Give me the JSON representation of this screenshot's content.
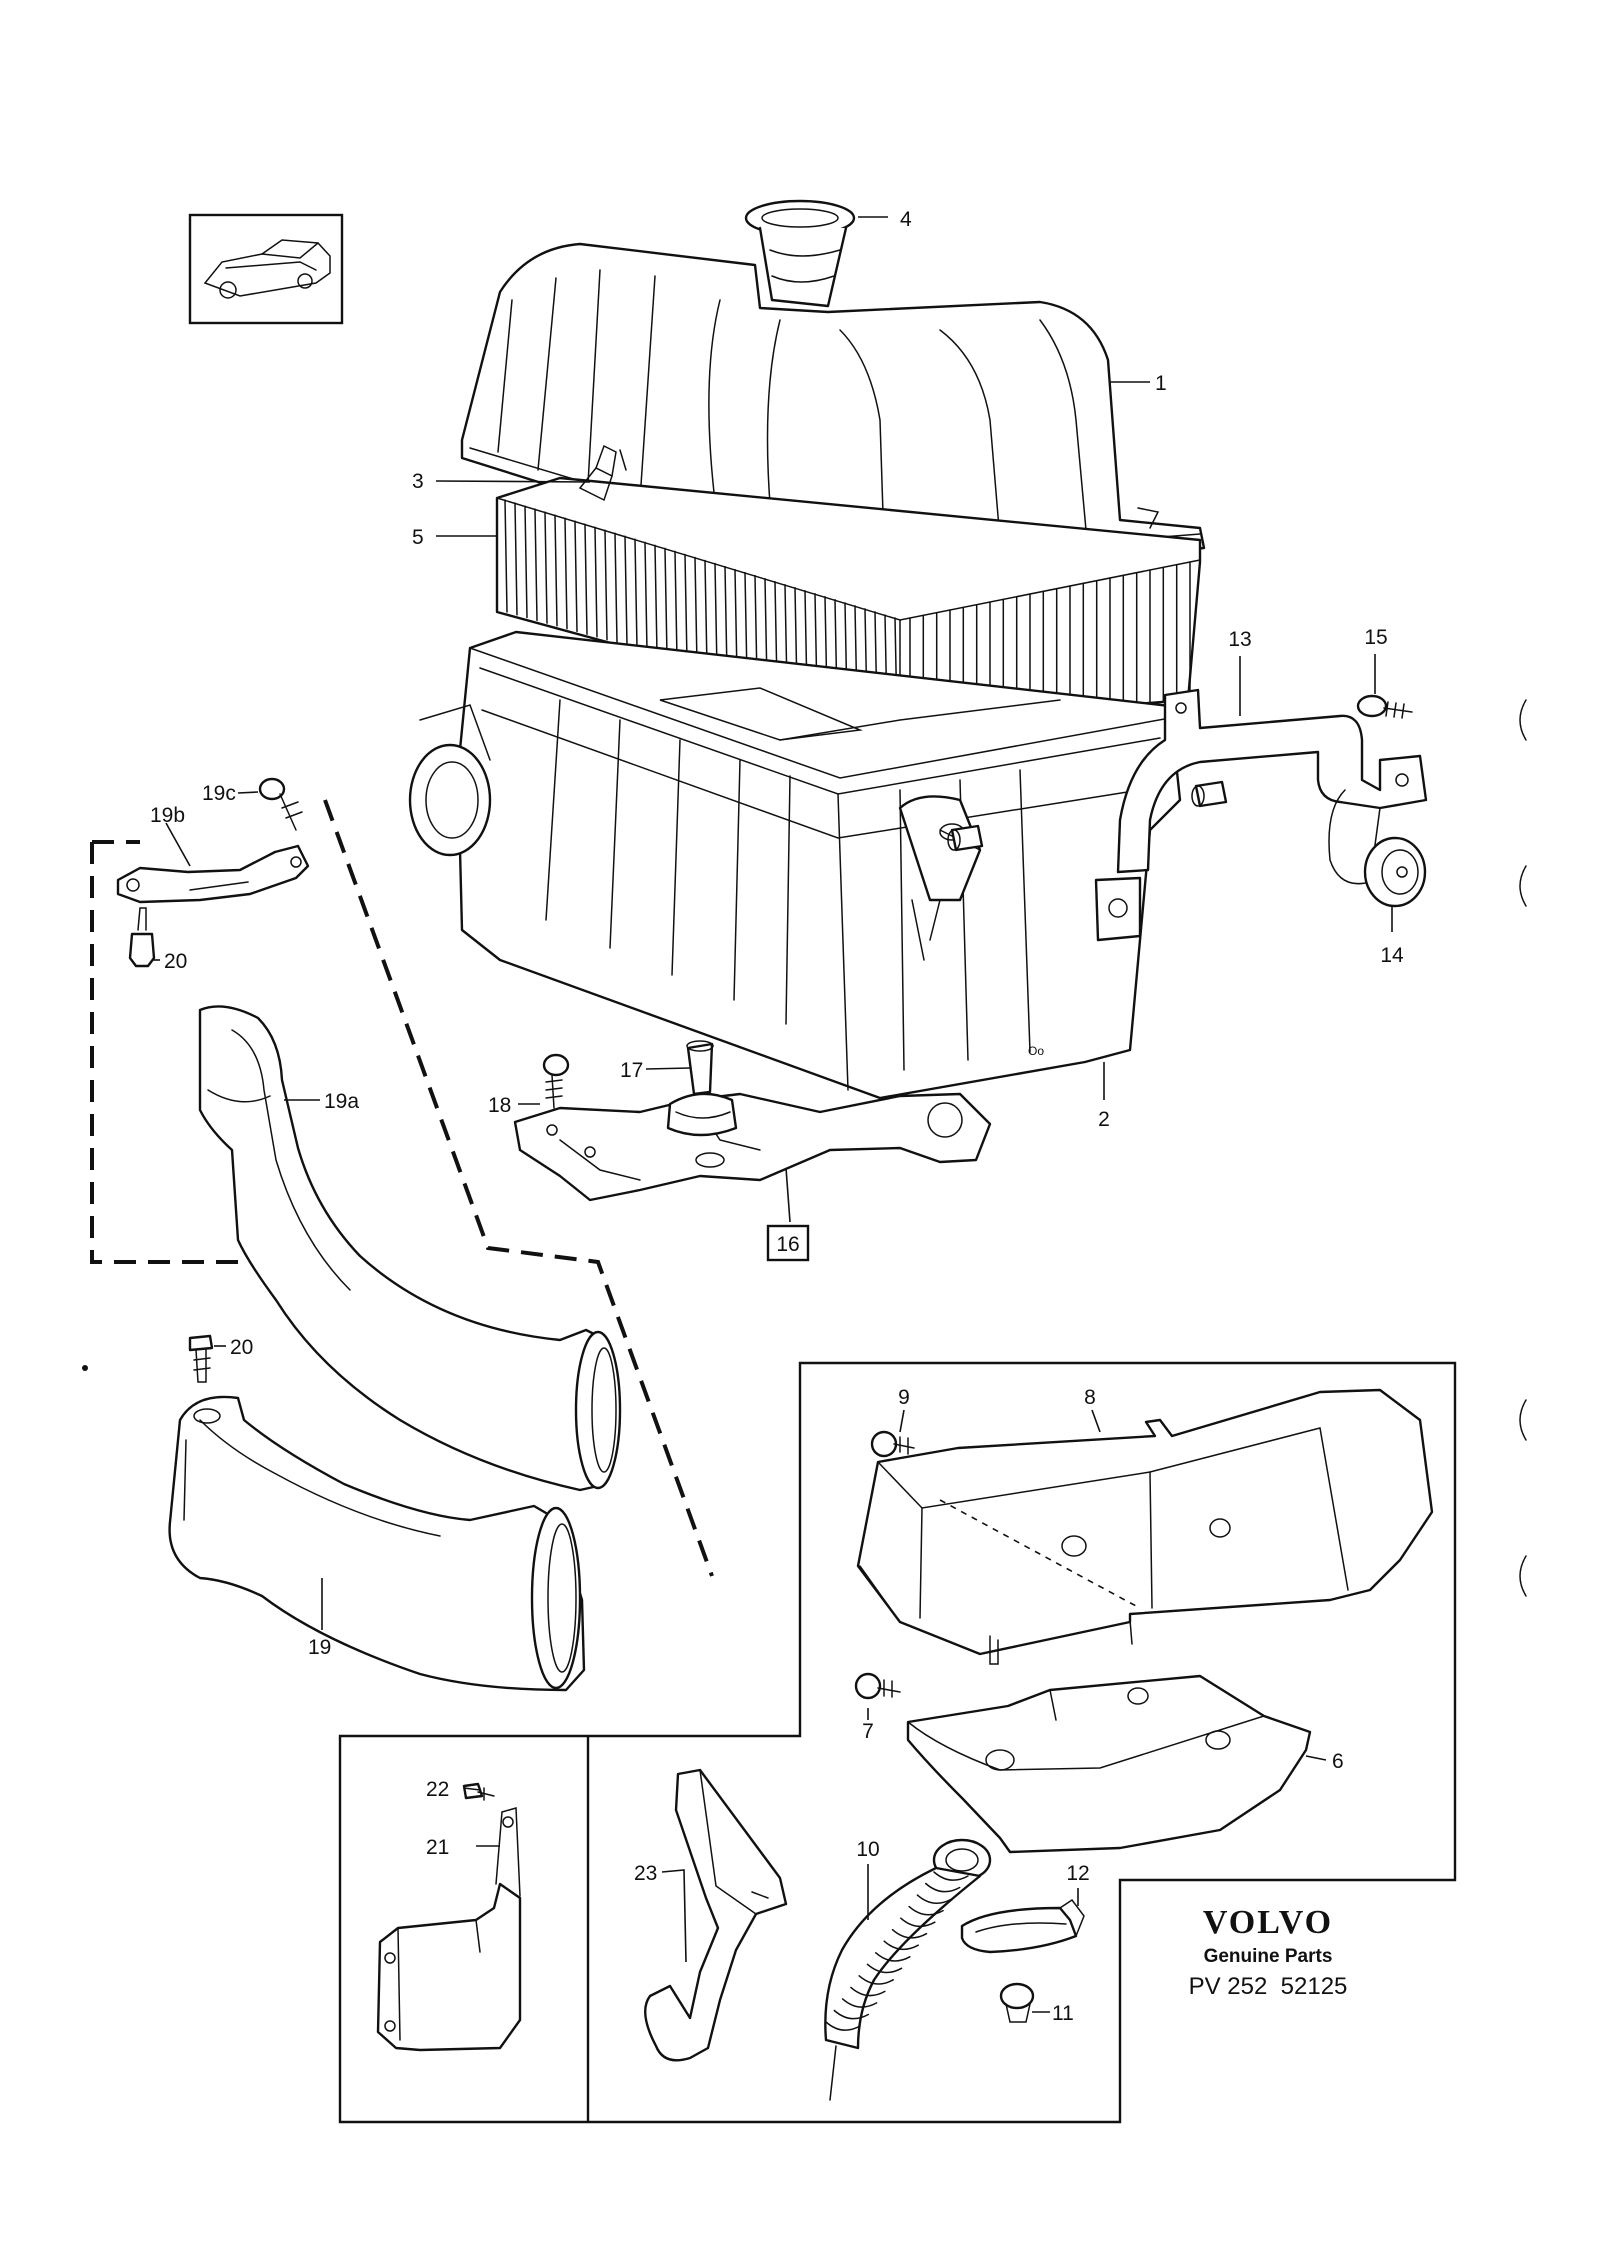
{
  "diagram": {
    "callouts": [
      {
        "id": "c4",
        "label": "4"
      },
      {
        "id": "c1",
        "label": "1"
      },
      {
        "id": "c3",
        "label": "3"
      },
      {
        "id": "c5",
        "label": "5"
      },
      {
        "id": "c13",
        "label": "13"
      },
      {
        "id": "c15",
        "label": "15"
      },
      {
        "id": "c14",
        "label": "14"
      },
      {
        "id": "c19c",
        "label": "19c"
      },
      {
        "id": "c19b",
        "label": "19b"
      },
      {
        "id": "c20a",
        "label": "20"
      },
      {
        "id": "c19a",
        "label": "19a"
      },
      {
        "id": "c17",
        "label": "17"
      },
      {
        "id": "c18",
        "label": "18"
      },
      {
        "id": "c2",
        "label": "2"
      },
      {
        "id": "c16",
        "label": "16"
      },
      {
        "id": "c20b",
        "label": "20"
      },
      {
        "id": "c19",
        "label": "19"
      },
      {
        "id": "c9",
        "label": "9"
      },
      {
        "id": "c8",
        "label": "8"
      },
      {
        "id": "c7",
        "label": "7"
      },
      {
        "id": "c6",
        "label": "6"
      },
      {
        "id": "c22",
        "label": "22"
      },
      {
        "id": "c21",
        "label": "21"
      },
      {
        "id": "c23",
        "label": "23"
      },
      {
        "id": "c10",
        "label": "10"
      },
      {
        "id": "c12",
        "label": "12"
      },
      {
        "id": "c11",
        "label": "11"
      }
    ]
  },
  "branding": {
    "logo": "VOLVO",
    "tagline": "Genuine Parts",
    "code": "PV 252  52125"
  }
}
